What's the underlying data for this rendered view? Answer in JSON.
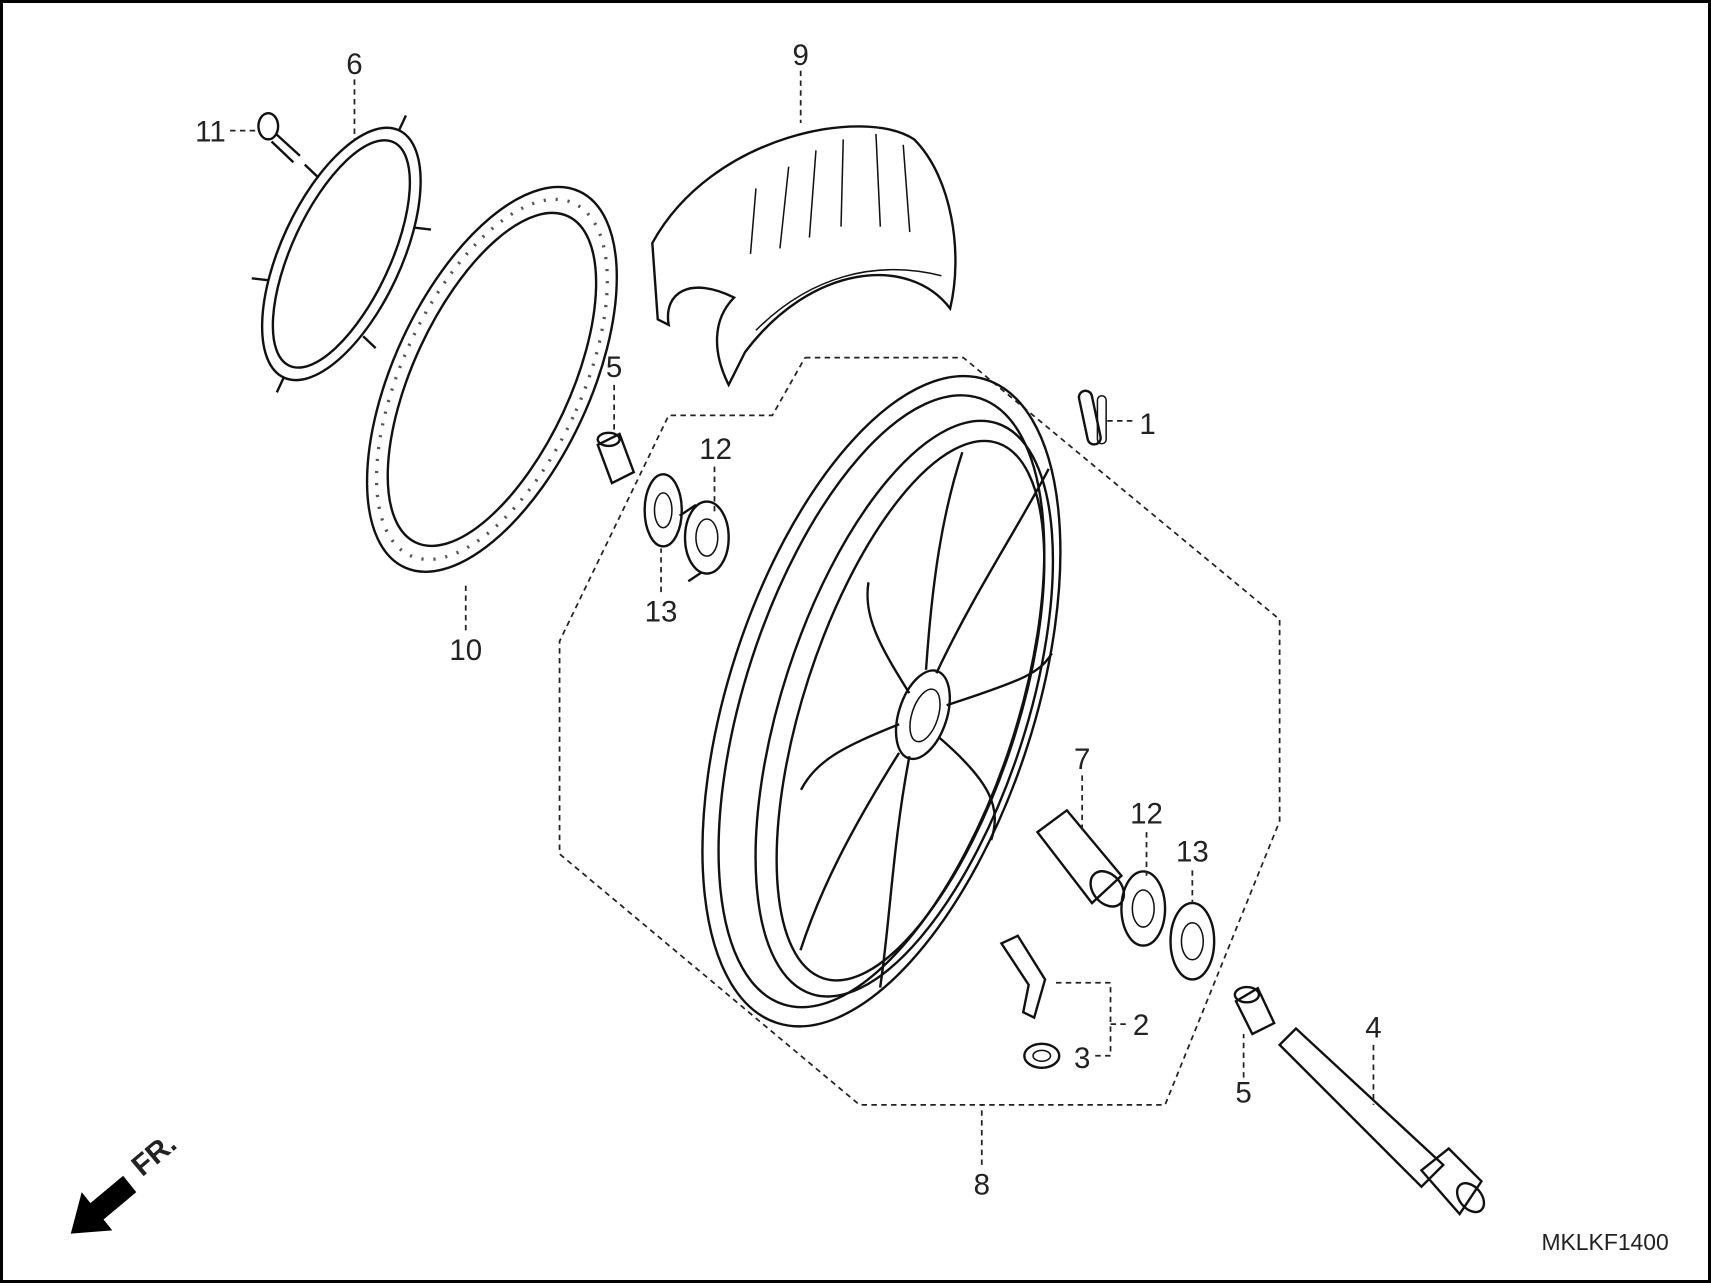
{
  "diagram": {
    "title_code": "MKLKF1400",
    "direction_label": "FR.",
    "callouts": [
      {
        "ref": "1",
        "part": "clip"
      },
      {
        "ref": "2",
        "part": "valve"
      },
      {
        "ref": "3",
        "part": "washer"
      },
      {
        "ref": "4",
        "part": "axle"
      },
      {
        "ref": "5",
        "part": "collar-left"
      },
      {
        "ref": "5",
        "part": "collar-right"
      },
      {
        "ref": "6",
        "part": "pulser-ring"
      },
      {
        "ref": "7",
        "part": "distance-collar"
      },
      {
        "ref": "8",
        "part": "wheel-assembly"
      },
      {
        "ref": "9",
        "part": "tire"
      },
      {
        "ref": "10",
        "part": "brake-disc"
      },
      {
        "ref": "11",
        "part": "bolt"
      },
      {
        "ref": "12",
        "part": "bearing-left"
      },
      {
        "ref": "12",
        "part": "bearing-right"
      },
      {
        "ref": "13",
        "part": "seal-left"
      },
      {
        "ref": "13",
        "part": "seal-right"
      }
    ]
  }
}
